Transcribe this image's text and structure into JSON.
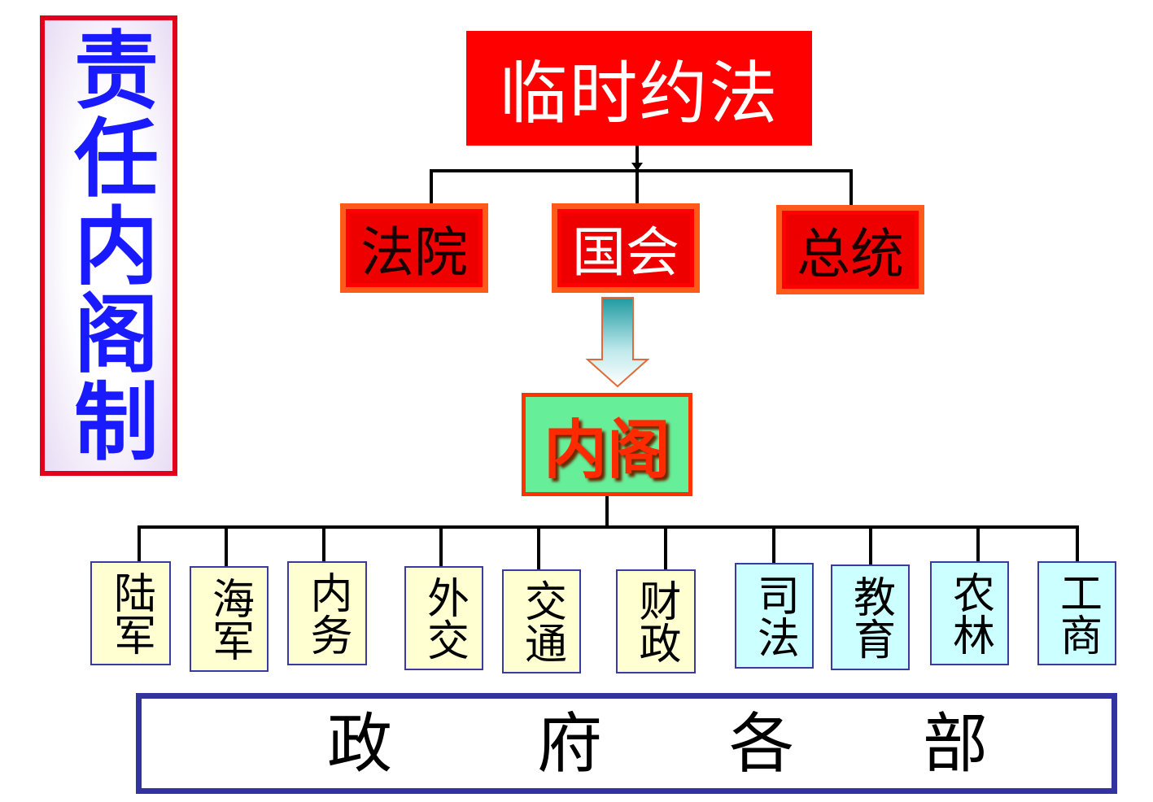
{
  "side_title": "责任内阁制",
  "top_node": "临时约法",
  "branches": [
    {
      "label": "法院",
      "text_color": "dark"
    },
    {
      "label": "国会",
      "text_color": "light"
    },
    {
      "label": "总统",
      "text_color": "dark"
    }
  ],
  "cabinet": "内阁",
  "departments": [
    {
      "label": "陆军",
      "color": "yellow"
    },
    {
      "label": "海军",
      "color": "yellow"
    },
    {
      "label": "内务",
      "color": "yellow"
    },
    {
      "label": "外交",
      "color": "yellow"
    },
    {
      "label": "交通",
      "color": "yellow"
    },
    {
      "label": "财政",
      "color": "yellow"
    },
    {
      "label": "司法",
      "color": "cyan"
    },
    {
      "label": "教育",
      "color": "cyan"
    },
    {
      "label": "农林",
      "color": "cyan"
    },
    {
      "label": "工商",
      "color": "cyan"
    }
  ],
  "government": {
    "chars": [
      "政",
      "府",
      "各",
      "部"
    ]
  },
  "colors": {
    "title_blue": "#1a1aff",
    "red": "#ff0000",
    "cabinet_green": "#66ee99",
    "dept_yellow": "#ffffd2",
    "dept_cyan": "#ccffff",
    "frame_blue": "#3333a0"
  }
}
